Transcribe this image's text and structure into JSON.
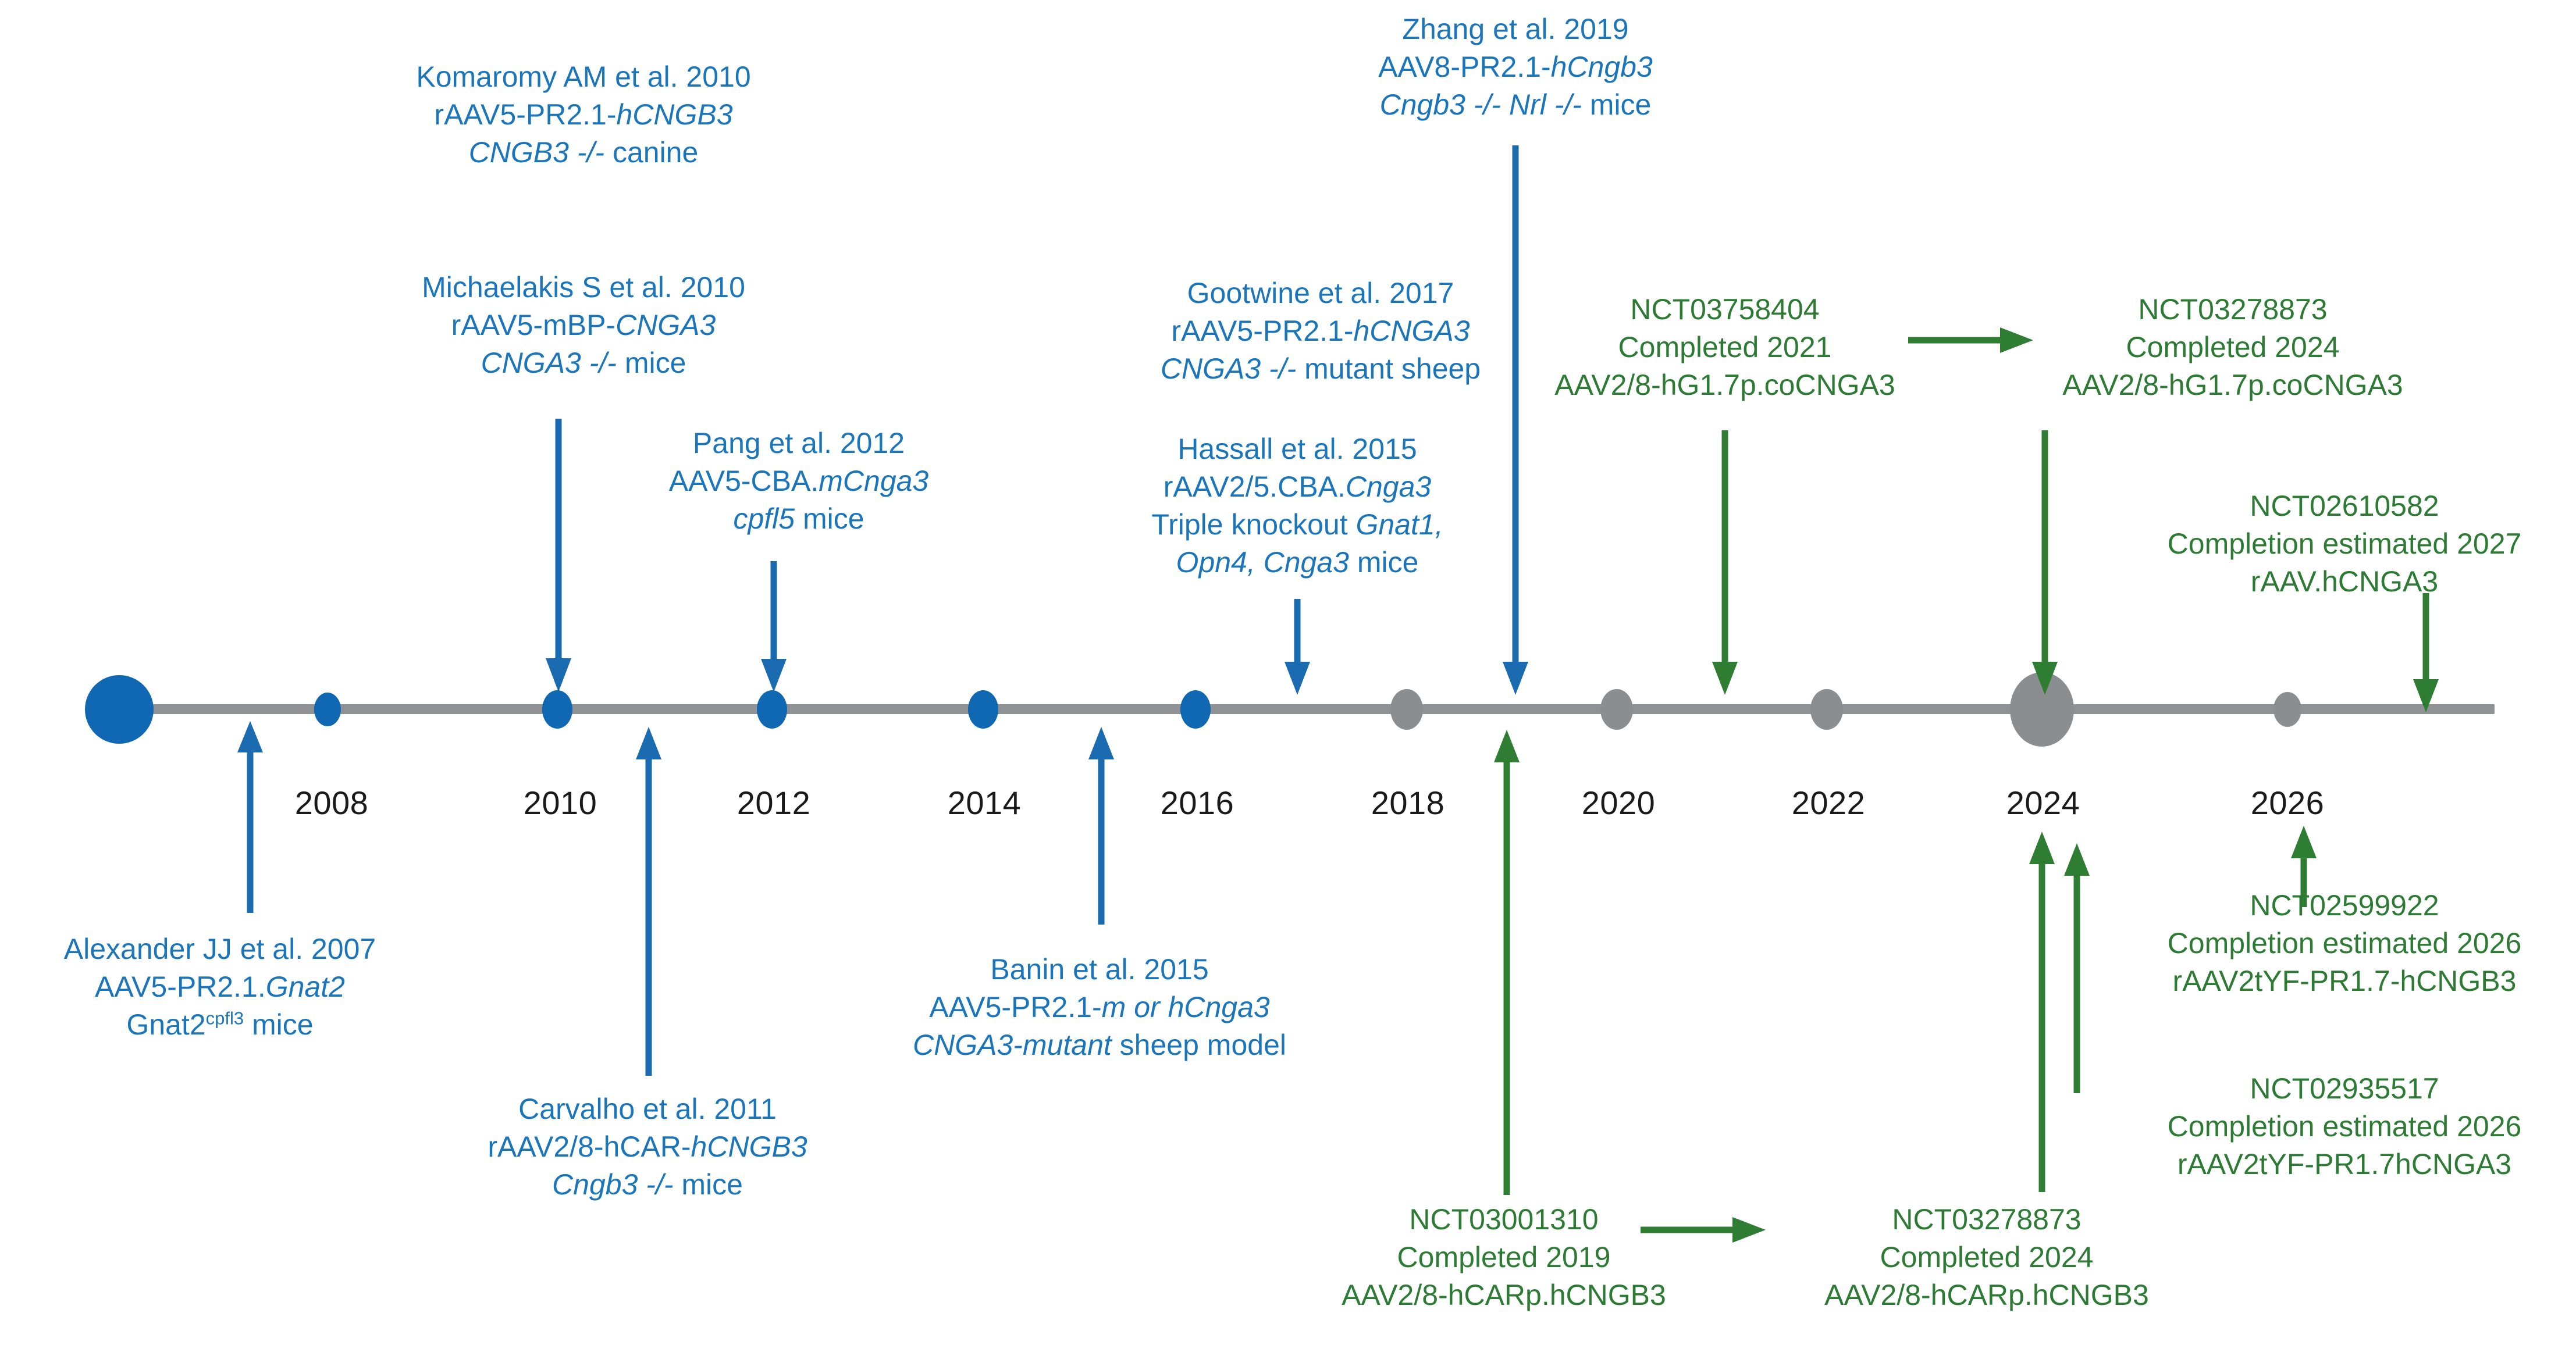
{
  "figure": {
    "kind": "timeline",
    "colors": {
      "blue": "#1b75bb",
      "blue_node": "#1068b3",
      "green": "#2c7a33",
      "grey_node": "#8b8e91",
      "axis": "#8f9194",
      "year_label": "#1a1a1a"
    }
  },
  "axis": {
    "years": [
      "2008",
      "2010",
      "2012",
      "2014",
      "2016",
      "2018",
      "2020",
      "2022",
      "2024",
      "2026"
    ],
    "nodes": [
      {
        "year": "2006",
        "color": "blue",
        "size": "large"
      },
      {
        "year": "2008",
        "color": "blue",
        "size": "small"
      },
      {
        "year": "2010",
        "color": "blue",
        "size": "medium"
      },
      {
        "year": "2012",
        "color": "blue",
        "size": "medium"
      },
      {
        "year": "2014",
        "color": "blue",
        "size": "medium"
      },
      {
        "year": "2016",
        "color": "blue",
        "size": "medium"
      },
      {
        "year": "2018",
        "color": "grey",
        "size": "medium"
      },
      {
        "year": "2020",
        "color": "grey",
        "size": "medium"
      },
      {
        "year": "2022",
        "color": "grey",
        "size": "medium"
      },
      {
        "year": "2024",
        "color": "grey",
        "size": "large"
      },
      {
        "year": "2026",
        "color": "grey",
        "size": "small"
      }
    ]
  },
  "preclinical": {
    "komaromy": {
      "l1": "Komaromy AM et al. 2010",
      "l2a": "rAAV5-PR2.1-",
      "l2b": "hCNGB3",
      "l3a": "CNGB3 -/-",
      "l3b": " canine"
    },
    "michaelakis": {
      "l1": "Michaelakis S et al. 2010",
      "l2a": "rAAV5-mBP-",
      "l2b": "CNGA3",
      "l3a": "CNGA3 -/-",
      "l3b": " mice"
    },
    "pang": {
      "l1": "Pang et al. 2012",
      "l2a": "AAV5-CBA.",
      "l2b": "mCnga3",
      "l3a": "cpfl5",
      "l3b": " mice"
    },
    "zhang": {
      "l1": "Zhang et al. 2019",
      "l2a": "AAV8-PR2.1-",
      "l2b": "hCngb3",
      "l3a": "Cngb3 -/- Nrl -/-",
      "l3b": " mice"
    },
    "gootwine": {
      "l1": "Gootwine et al. 2017",
      "l2a": "rAAV5-PR2.1-",
      "l2b": "hCNGA3",
      "l3a": "CNGA3 -/-",
      "l3b": " mutant sheep"
    },
    "hassall": {
      "l1": "Hassall et al. 2015",
      "l2a": "rAAV2/5.CBA.",
      "l2b": "Cnga3",
      "l3a": "Triple knockout ",
      "l3b": "Gnat1,",
      "l4a": "Opn4, Cnga3",
      "l4b": " mice"
    },
    "alexander": {
      "l1": "Alexander JJ et al. 2007",
      "l2a": "AAV5-PR2.1.",
      "l2b": "Gnat2",
      "l3a": "Gnat2",
      "l3sup": "cpfl3",
      "l3b": " mice"
    },
    "banin": {
      "l1": "Banin et al. 2015",
      "l2a": "AAV5-PR2.1-",
      "l2b": "m or hCnga3",
      "l3a": "CNGA3-mutant",
      "l3b": " sheep model"
    },
    "carvalho": {
      "l1": "Carvalho et al. 2011",
      "l2a": "rAAV2/8-hCAR-",
      "l2b": "hCNGB3",
      "l3a": "Cngb3 -/-",
      "l3b": " mice"
    }
  },
  "trials": {
    "nct03758404": {
      "l1": "NCT03758404",
      "l2": "Completed 2021",
      "l3": "AAV2/8-hG1.7p.coCNGA3"
    },
    "nct03278873_cnga3": {
      "l1": "NCT03278873",
      "l2": "Completed 2024",
      "l3": "AAV2/8-hG1.7p.coCNGA3"
    },
    "nct02610582": {
      "l1": "NCT02610582",
      "l2": "Completion estimated 2027",
      "l3": "rAAV.hCNGA3"
    },
    "nct02599922": {
      "l1": "NCT02599922",
      "l2": "Completion estimated 2026",
      "l3": "rAAV2tYF-PR1.7-hCNGB3"
    },
    "nct02935517": {
      "l1": "NCT02935517",
      "l2": "Completion estimated 2026",
      "l3": "rAAV2tYF-PR1.7hCNGA3"
    },
    "nct03001310": {
      "l1": "NCT03001310",
      "l2": "Completed 2019",
      "l3": "AAV2/8-hCARp.hCNGB3"
    },
    "nct03278873_cngb3": {
      "l1": "NCT03278873",
      "l2": "Completed 2024",
      "l3": "AAV2/8-hCARp.hCNGB3"
    }
  },
  "icons": {
    "arrow_up": "arrow-up-icon",
    "arrow_down": "arrow-down-icon",
    "arrow_right": "arrow-right-icon"
  }
}
